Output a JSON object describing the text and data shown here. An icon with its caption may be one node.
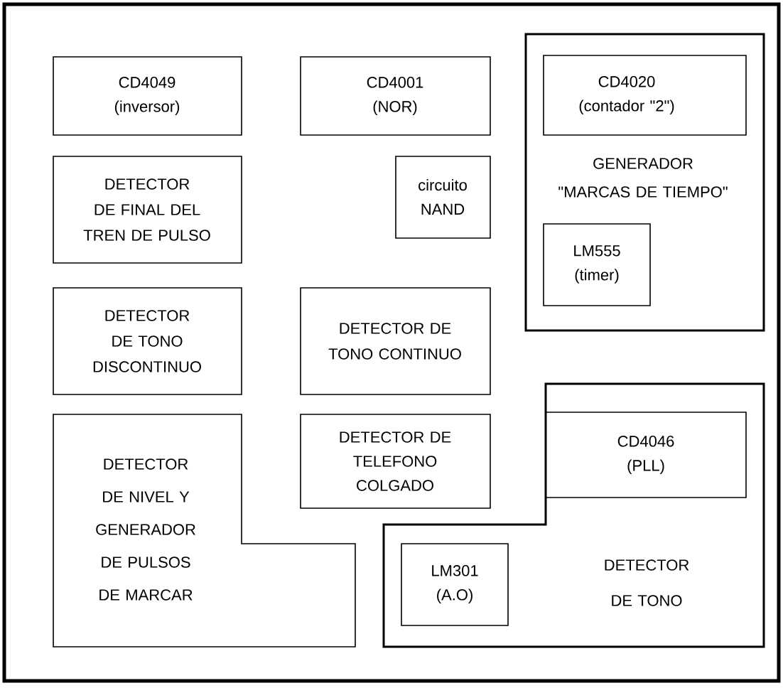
{
  "diagram": {
    "nodes": [
      {
        "text": [
          "CD4049",
          "(inversor)"
        ]
      },
      {
        "text": [
          "CD4001",
          "(NOR)"
        ]
      },
      {
        "text": [
          "GENERADOR \"MARCAS DE TIEMPO\""
        ]
      },
      {
        "text": [
          "CD4020",
          "(contador \"2\")"
        ],
        "in": 2
      },
      {
        "text": [
          "LM555",
          "(timer)"
        ],
        "in": 2
      },
      {
        "text": [
          "DETECTOR DE FINAL DEL TREN DE PULSO"
        ]
      },
      {
        "text": [
          "circuito NAND"
        ]
      },
      {
        "text": [
          "DETECTOR DE TONO DISCONTINUO"
        ]
      },
      {
        "text": [
          "DETECTOR DE TONO CONTINUO"
        ]
      },
      {
        "text": [
          "DETECTOR DE NIVEL Y GENERADOR DE PULSOS DE MARCAR"
        ]
      },
      {
        "text": [
          "DETECTOR DE TELEFONO COLGADO"
        ]
      },
      {
        "text": [
          "DETECTOR DE TONO"
        ]
      },
      {
        "text": [
          "CD4046",
          "(PLL)"
        ],
        "in": 11
      },
      {
        "text": [
          "LM301",
          "(A.O)"
        ],
        "in": 11
      }
    ]
  }
}
